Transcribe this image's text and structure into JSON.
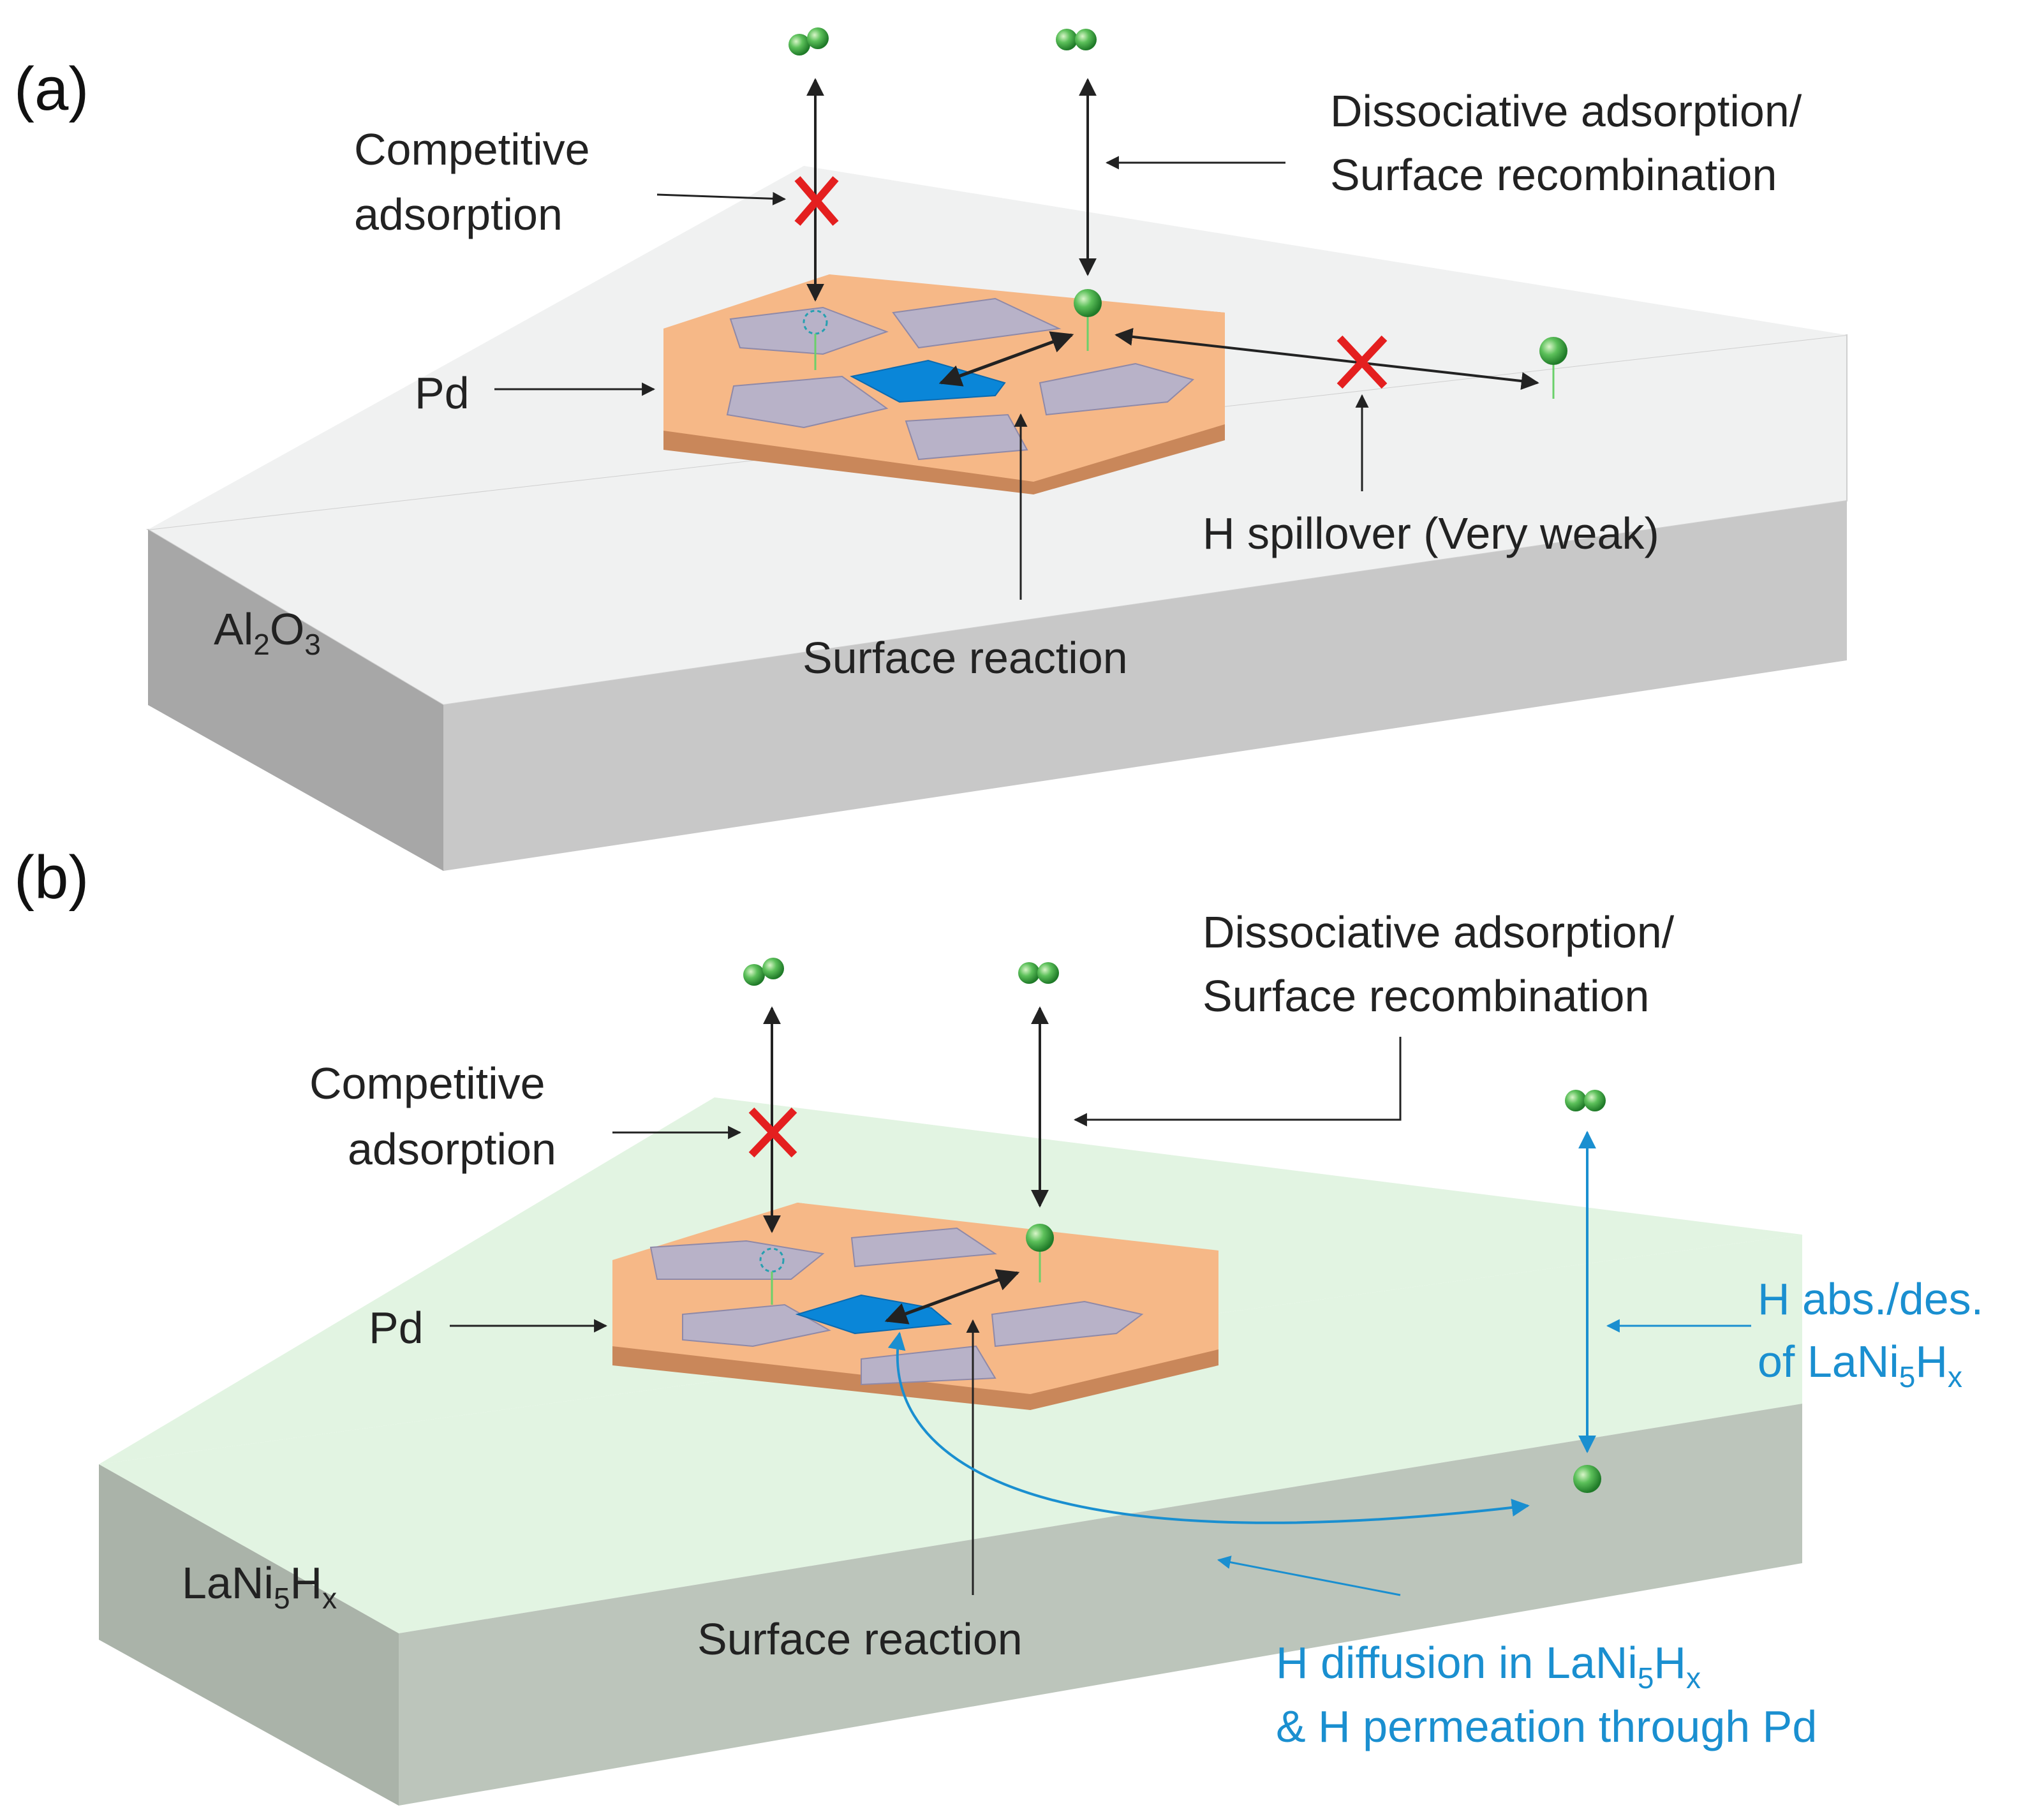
{
  "panel_a": {
    "label": "(a)",
    "substrate_name": "Al",
    "substrate_sub1": "2",
    "substrate_mid": "O",
    "substrate_sub2": "3",
    "competitive_line1": "Competitive",
    "competitive_line2": "adsorption",
    "pd_label": "Pd",
    "dissociative_line1": "Dissociative adsorption/",
    "dissociative_line2": "Surface recombination",
    "spillover_label": "H spillover (Very weak)",
    "surface_reaction_label": "Surface reaction"
  },
  "panel_b": {
    "label": "(b)",
    "substrate_name": "LaNi",
    "substrate_sub1": "5",
    "substrate_mid": "H",
    "substrate_sub2": "x",
    "competitive_line1": "Competitive",
    "competitive_line2": "adsorption",
    "pd_label": "Pd",
    "dissociative_line1": "Dissociative adsorption/",
    "dissociative_line2": "Surface recombination",
    "absdes_line1": "H abs./des.",
    "absdes_line2_a": "of LaNi",
    "absdes_line2_sub1": "5",
    "absdes_line2_b": "H",
    "absdes_line2_sub2": "x",
    "diffusion_line1_a": "H diffusion in LaNi",
    "diffusion_line1_sub1": "5",
    "diffusion_line1_b": "H",
    "diffusion_line1_sub2": "x",
    "diffusion_line2": "& H permeation through Pd",
    "surface_reaction_label": "Surface reaction"
  },
  "colors": {
    "al2o3_top": "#f0f1f1",
    "al2o3_front": "#a7a7a7",
    "al2o3_side": "#c8c8c8",
    "lani_top": "#e2f4e2",
    "lani_front": "#aab3a9",
    "lani_side": "#bcc5bb",
    "pd_top": "#f6b887",
    "pd_edge": "#c9875a",
    "grain": "#b8b2c8",
    "reaction_site": "#0a86d8",
    "hydrogen": "#3aa23a",
    "cross": "#e41f1f",
    "blue_text": "#1a8fd0"
  }
}
